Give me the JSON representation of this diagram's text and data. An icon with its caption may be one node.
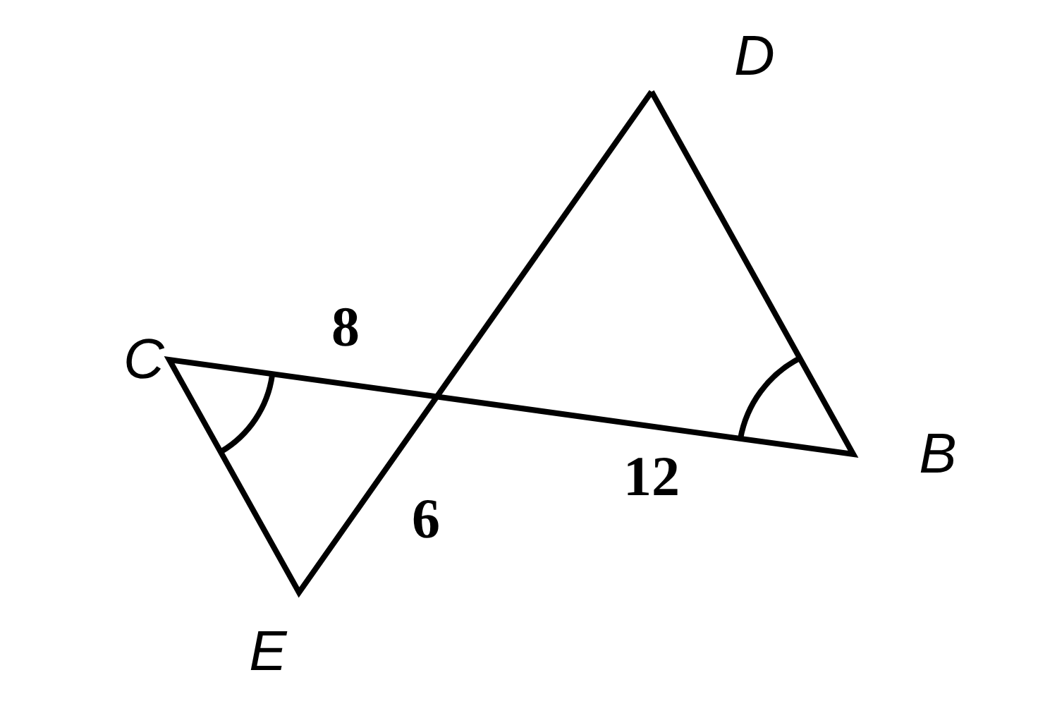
{
  "diagram": {
    "labels": [
      "D",
      "C",
      "8",
      "B",
      "12",
      "6",
      "E"
    ]
  }
}
